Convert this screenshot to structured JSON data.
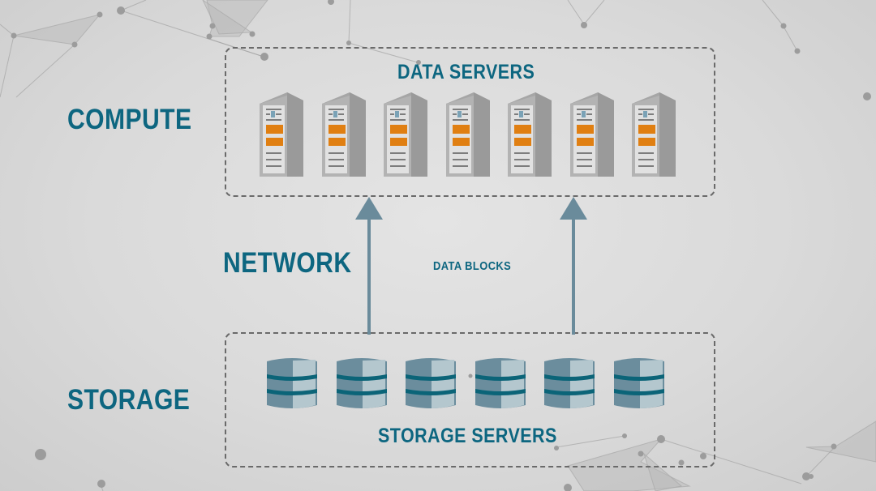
{
  "diagram": {
    "tiers": {
      "compute": "COMPUTE",
      "network": "NETWORK",
      "storage": "STORAGE"
    },
    "compute_group": {
      "title": "DATA SERVERS",
      "server_count": 7,
      "icon": "server-tower-icon"
    },
    "storage_group": {
      "title": "STORAGE SERVERS",
      "server_count": 6,
      "icon": "database-cylinder-icon"
    },
    "flow": {
      "label": "DATA BLOCKS",
      "direction": "storage-to-compute",
      "arrow_count": 2,
      "icon": "arrow-up-icon"
    },
    "colors": {
      "text": "#0d6680",
      "server_body": "#c8c8c8",
      "server_accent": "#e07f12",
      "server_led": "#7aa2b6",
      "db_body": "#6b8d9d",
      "db_highlight": "#b4c7ce",
      "db_band": "#0b6478",
      "arrow": "#6a8b9b",
      "border": "#6a6a6a",
      "background": "#dcdcdc"
    }
  }
}
